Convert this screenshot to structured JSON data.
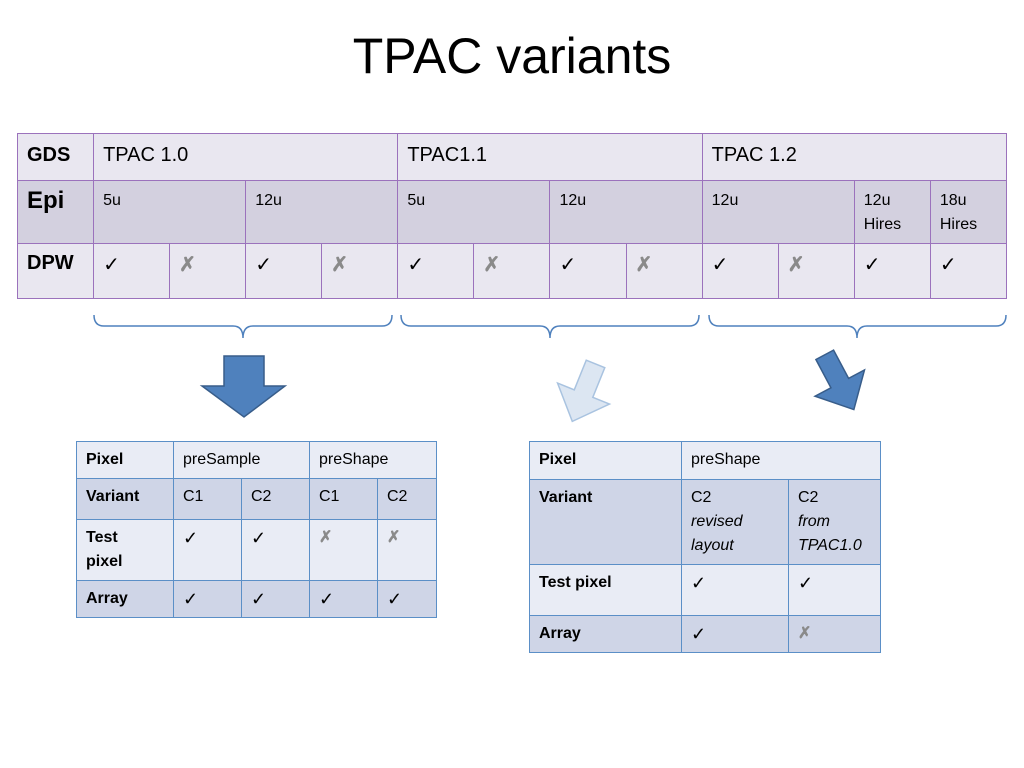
{
  "title": "TPAC variants",
  "main_table": {
    "row_headers": [
      "GDS",
      "Epi",
      "DPW"
    ],
    "gds": [
      "TPAC 1.0",
      "TPAC1.1",
      "TPAC 1.2"
    ],
    "epi": [
      "5u",
      "12u",
      "5u",
      "12u",
      "12u",
      "12u\nHires",
      "18u\nHires"
    ],
    "dpw": [
      "✓",
      "✗",
      "✓",
      "✗",
      "✓",
      "✗",
      "✓",
      "✗",
      "✓",
      "✗",
      "✓",
      "✓"
    ]
  },
  "left_table": {
    "headers": [
      "Pixel",
      "preSample",
      "preShape"
    ],
    "variant_label": "Variant",
    "variants": [
      "C1",
      "C2",
      "C1",
      "C2"
    ],
    "test_label": "Test\npixel",
    "test": [
      "✓",
      "✓",
      "✗",
      "✗"
    ],
    "array_label": "Array",
    "array": [
      "✓",
      "✓",
      "✓",
      "✓"
    ]
  },
  "right_table": {
    "headers": [
      "Pixel",
      "preShape"
    ],
    "variant_label": "Variant",
    "variant1_name": "C2",
    "variant1_note": "revised\nlayout",
    "variant2_name": "C2",
    "variant2_note": "from\nTPAC1.0",
    "test_label": "Test pixel",
    "test": [
      "✓",
      "✓"
    ],
    "array_label": "Array",
    "array": [
      "✓",
      "✗"
    ]
  },
  "colors": {
    "main_border": "#9b72bc",
    "arrow_dark": "#4f81bd",
    "arrow_light": "#dce6f2",
    "lower_border": "#5b8fc7"
  }
}
